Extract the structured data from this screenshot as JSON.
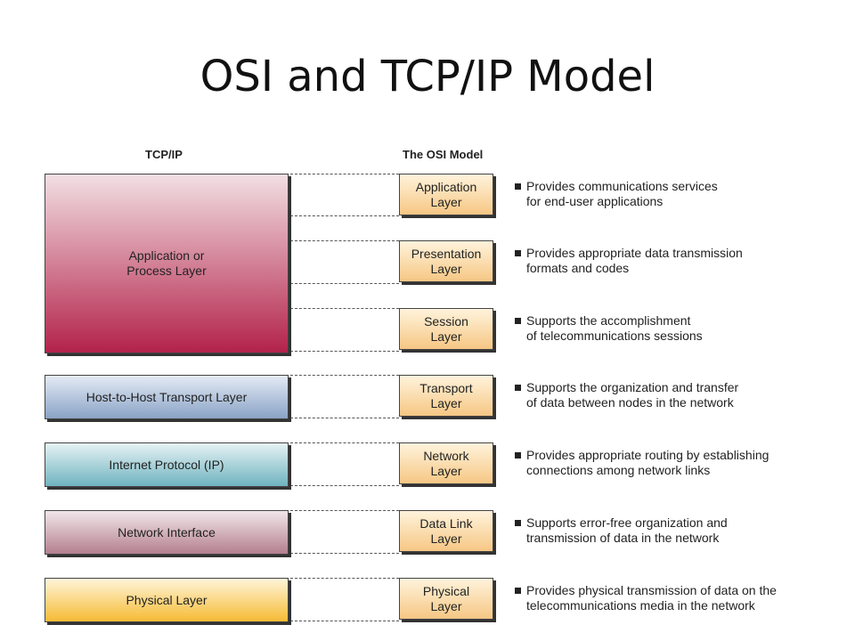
{
  "title": "OSI and TCP/IP Model",
  "headers": {
    "tcpip": "TCP/IP",
    "osi": "The OSI Model"
  },
  "tcp_layers": [
    {
      "label": "Application or\nProcess Layer",
      "color_top": "#f2dfe3",
      "color_bottom": "#b3224a"
    },
    {
      "label": "Host-to-Host Transport Layer",
      "color_top": "#e4ebf5",
      "color_bottom": "#8aa3c6"
    },
    {
      "label": "Internet Protocol (IP)",
      "color_top": "#e6f2f4",
      "color_bottom": "#6fb3bf"
    },
    {
      "label": "Network Interface",
      "color_top": "#f1e6ea",
      "color_bottom": "#b47f8e"
    },
    {
      "label": "Physical Layer",
      "color_top": "#fff5d9",
      "color_bottom": "#f6bb34"
    }
  ],
  "osi_layers": [
    {
      "label": "Application\nLayer",
      "description": "Provides communications services\nfor end-user applications"
    },
    {
      "label": "Presentation\nLayer",
      "description": "Provides appropriate data transmission\nformats and codes"
    },
    {
      "label": "Session\nLayer",
      "description": "Supports the accomplishment\nof telecommunications sessions"
    },
    {
      "label": "Transport\nLayer",
      "description": "Supports the organization and transfer\nof data between nodes in the network"
    },
    {
      "label": "Network\nLayer",
      "description": "Provides appropriate routing by establishing\nconnections among network links"
    },
    {
      "label": "Data Link\nLayer",
      "description": "Supports error-free organization and\ntransmission of data in the network"
    },
    {
      "label": "Physical\nLayer",
      "description": "Provides physical transmission of data on the\ntelecommunications media in the network"
    }
  ]
}
